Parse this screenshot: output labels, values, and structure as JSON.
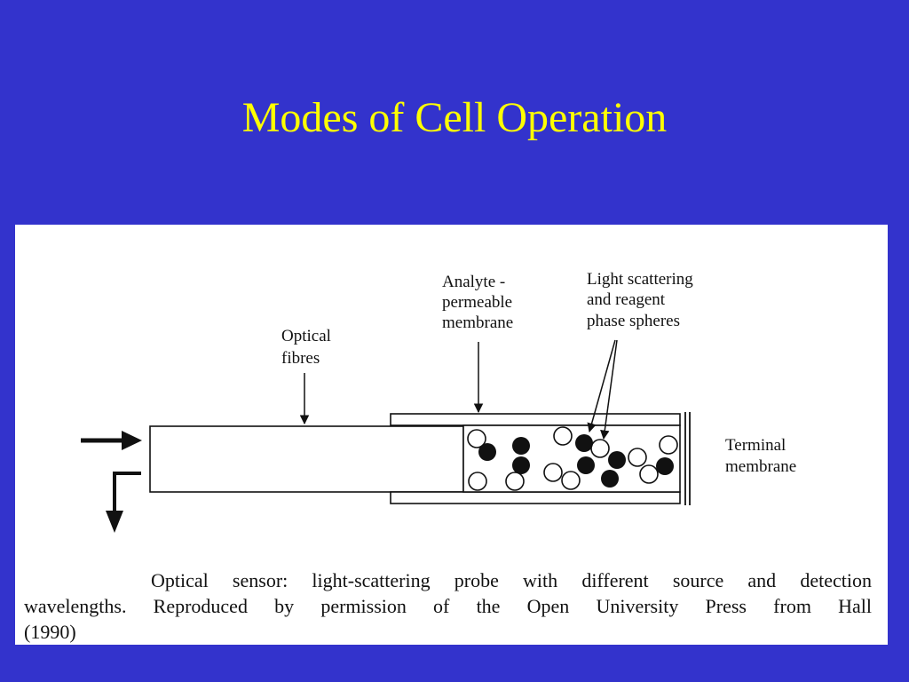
{
  "slide": {
    "title": "Modes of Cell Operation",
    "background_color": "#3333cc",
    "title_color": "#ffff00"
  },
  "diagram": {
    "labels": {
      "optical_fibres": [
        "Optical",
        "fibres"
      ],
      "analyte_membrane": [
        "Analyte -",
        "permeable",
        "membrane"
      ],
      "spheres": [
        "Light scattering",
        "and reagent",
        "phase spheres"
      ],
      "terminal_membrane": [
        "Terminal",
        "membrane"
      ]
    },
    "caption": {
      "line1": "Optical sensor: light-scattering probe with different source and detection",
      "line2": "wavelengths. Reproduced by permission of the Open University Press from Hall",
      "line3": "(1990)"
    }
  }
}
